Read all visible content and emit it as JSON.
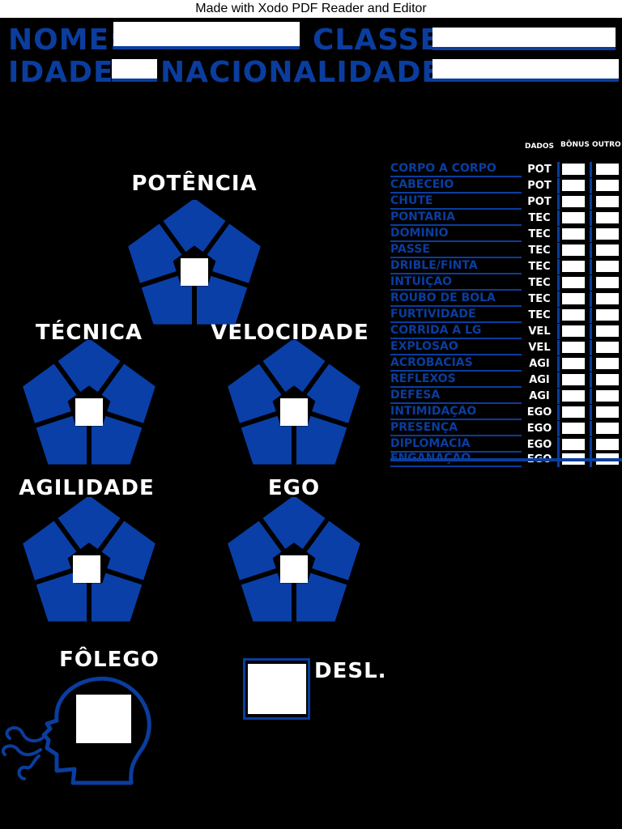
{
  "watermark": "Made with Xodo PDF Reader and Editor",
  "header": {
    "nome_label": "NOME:",
    "classe_label": "CLASSE:",
    "idade_label": "IDADE:",
    "nacionalidade_label": "NACIONALIDADE:",
    "nome_value": "",
    "classe_value": "",
    "idade_value": "",
    "nacionalidade_value": ""
  },
  "attributes": {
    "potencia": "POTÊNCIA",
    "tecnica": "TÉCNICA",
    "velocidade": "VELOCIDADE",
    "agilidade": "AGILIDADE",
    "ego": "EGO"
  },
  "folego": {
    "label": "FÔLEGO"
  },
  "desl": {
    "label": "DESL."
  },
  "skills": {
    "col_dados": "DADOS",
    "col_bonus": "BÔNUS",
    "col_outro": "OUTRO",
    "rows": [
      {
        "name": "CORPO A CORPO",
        "dice": "POT"
      },
      {
        "name": "CABECEIO",
        "dice": "POT"
      },
      {
        "name": "CHUTE",
        "dice": "POT"
      },
      {
        "name": "PONTARIA",
        "dice": "TEC"
      },
      {
        "name": "DOMINIO",
        "dice": "TEC"
      },
      {
        "name": "PASSE",
        "dice": "TEC"
      },
      {
        "name": "DRIBLE/FINTA",
        "dice": "TEC"
      },
      {
        "name": "INTUIÇÃO",
        "dice": "TEC"
      },
      {
        "name": "ROUBO DE BOLA",
        "dice": "TEC"
      },
      {
        "name": "FURTIVIDADE",
        "dice": "TEC"
      },
      {
        "name": "CORRIDA A LG",
        "dice": "VEL"
      },
      {
        "name": "EXPLOSÃO",
        "dice": "VEL"
      },
      {
        "name": "ACROBACIAS",
        "dice": "AGI"
      },
      {
        "name": "REFLEXOS",
        "dice": "AGI"
      },
      {
        "name": "DEFESA",
        "dice": "AGI"
      },
      {
        "name": "INTIMIDAÇÃO",
        "dice": "EGO"
      },
      {
        "name": "PRESENÇA",
        "dice": "EGO"
      },
      {
        "name": "DIPLOMACIA",
        "dice": "EGO"
      },
      {
        "name": "ENGANAÇÃO",
        "dice": "EGO"
      }
    ]
  },
  "colors": {
    "accent": "#0a3d9e",
    "pentagon": "#0a3fa8",
    "background": "#000000"
  }
}
